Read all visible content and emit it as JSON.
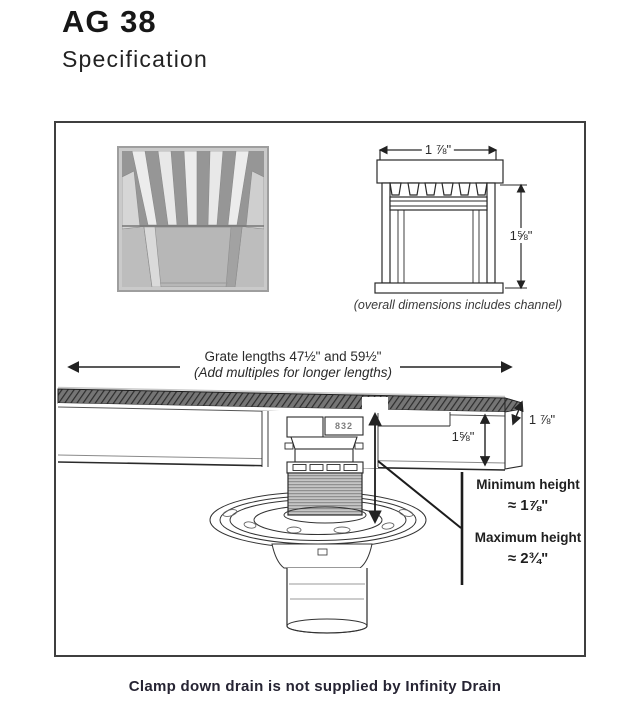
{
  "page": {
    "title": "AG 38",
    "subtitle": "Specification",
    "footer_note": "Clamp down drain is not supplied by Infinity Drain"
  },
  "diagram": {
    "cross_section": {
      "width_dim": "1 ⅞\"",
      "height_dim": "1⅝\"",
      "caption": "(overall dimensions includes channel)"
    },
    "grate_lengths": {
      "line1": "Grate lengths 47½\" and 59½\"",
      "line2": "(Add multiples for longer lengths)"
    },
    "channel": {
      "height_dim": "1⅝\"",
      "width_dim": "1 ⅞\"",
      "part_number": "832"
    },
    "heights": {
      "min_label": "Minimum height",
      "min_value": "≈ 1⅞\"",
      "max_label": "Maximum height",
      "max_value": "≈ 2¾\""
    },
    "photo_alt": "channel-grate-photo"
  },
  "colors": {
    "line": "#2a2a2a",
    "hatch_dark": "#333333",
    "hatch_base": "#757575",
    "footer_text": "#262433",
    "border": "#3f3f3f"
  }
}
